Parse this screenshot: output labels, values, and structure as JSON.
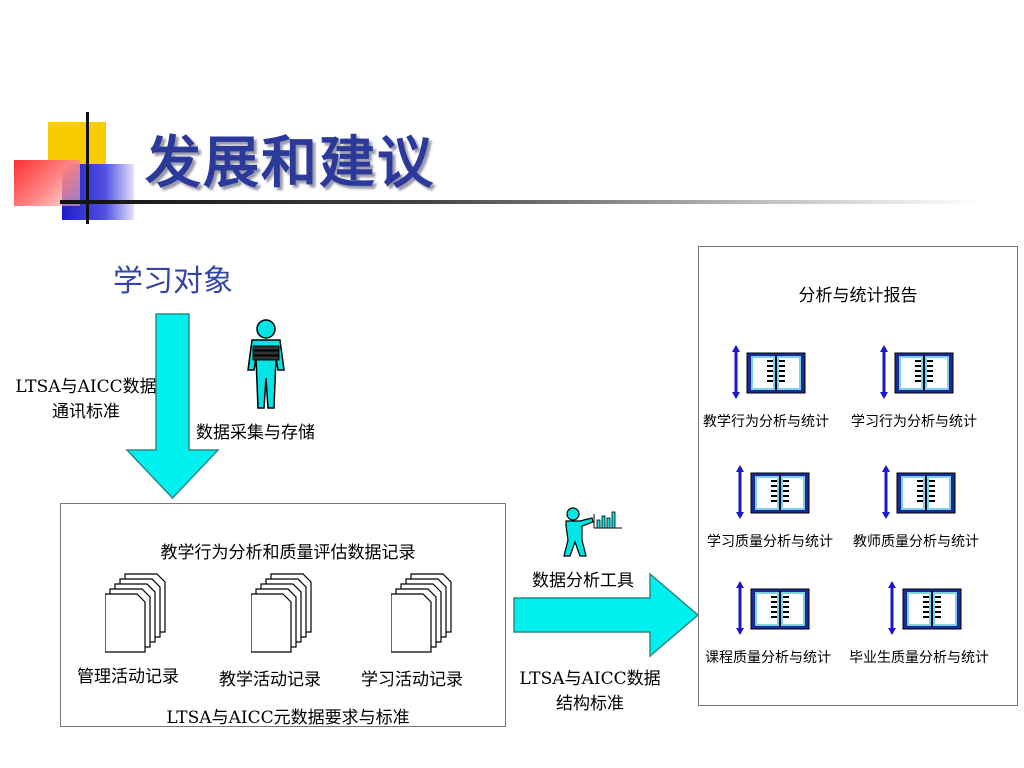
{
  "slide": {
    "title": "发展和建议",
    "learning_object": "学习对象",
    "comm_standard": [
      "LTSA与AICC数据",
      "通讯标准"
    ],
    "data_collection": "数据采集与存储",
    "records_box": {
      "title": "教学行为分析和质量评估数据记录",
      "items": [
        "管理活动记录",
        "教学活动记录",
        "学习活动记录"
      ],
      "footer": "LTSA与AICC元数据要求与标准"
    },
    "analysis_tool": "数据分析工具",
    "structure_standard": [
      "LTSA与AICC数据",
      "结构标准"
    ],
    "report_box": {
      "title": "分析与统计报告",
      "items": [
        "教学行为分析与统计",
        "学习行为分析与统计",
        "学习质量分析与统计",
        "教师质量分析与统计",
        "课程质量分析与统计",
        "毕业生质量分析与统计"
      ]
    }
  },
  "colors": {
    "title": "#2b3a9a",
    "arrow": "#00f0f0",
    "person": "#00e6e6",
    "blue_label": "#3344aa",
    "book_arrow": "#1a1acc"
  },
  "icons": [
    "document-stack-icon",
    "person-with-books-icon",
    "person-with-chart-icon",
    "open-book-icon"
  ]
}
